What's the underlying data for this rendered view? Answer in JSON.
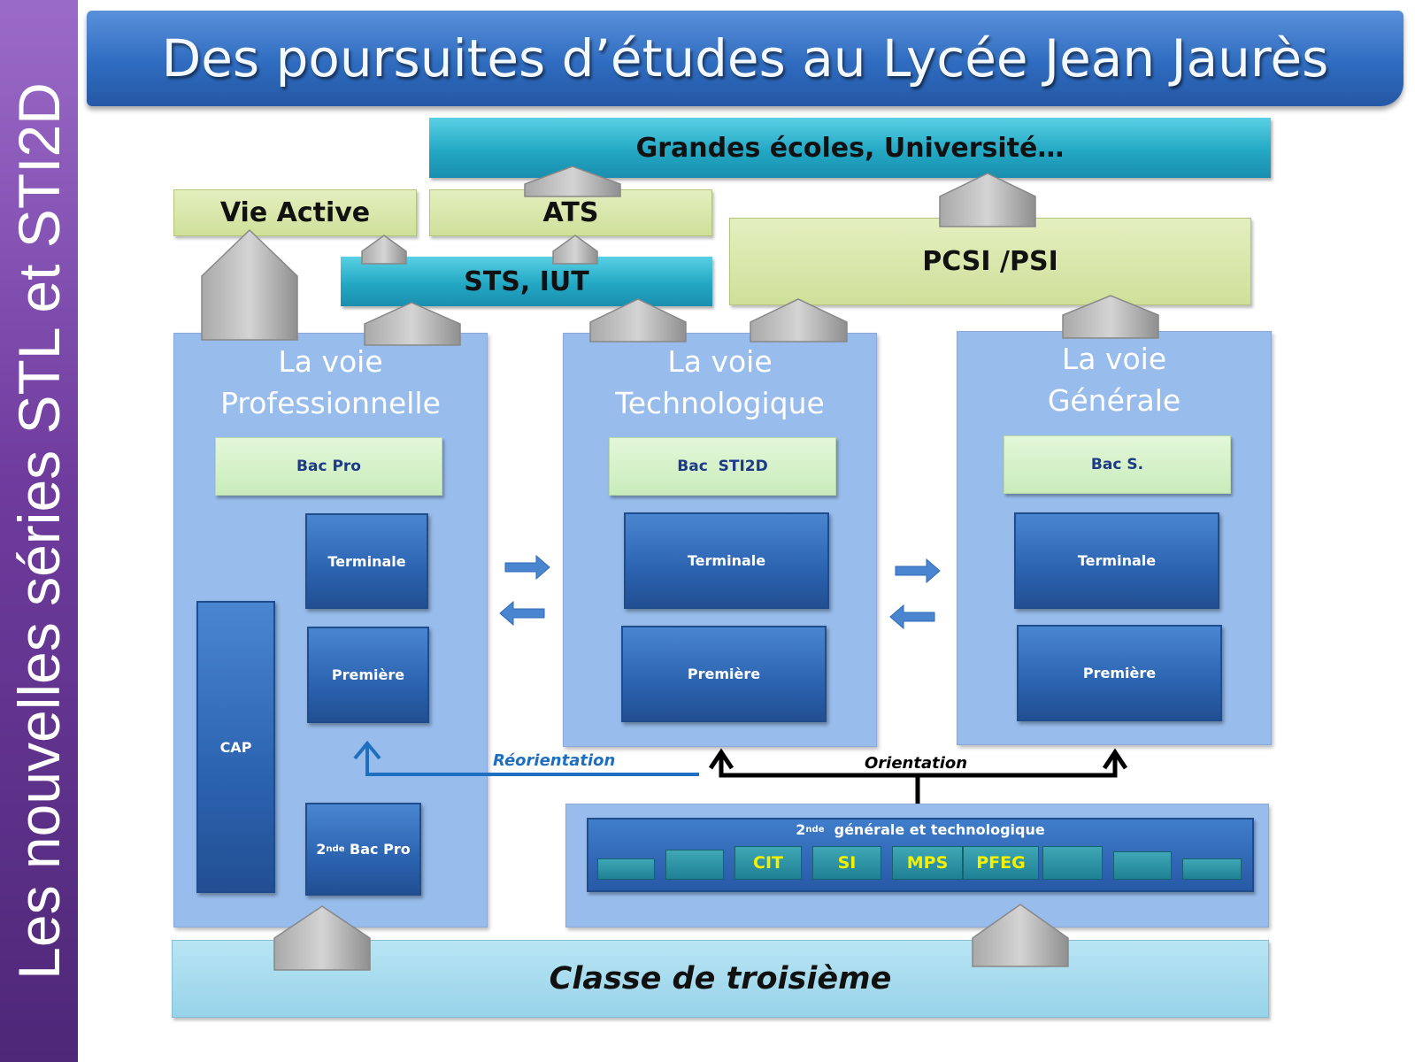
{
  "side_title": "Les nouvelles séries STL et STI2D",
  "title": "Des poursuites d’études au Lycée Jean Jaurès",
  "top": {
    "grandes_ecoles": "Grandes écoles, Université…",
    "vie_active": "Vie Active",
    "ats": "ATS",
    "sts_iut": "STS, IUT",
    "pcsi_psi": "PCSI /PSI"
  },
  "panels": {
    "pro": {
      "title_line1": "La voie",
      "title_line2": "Professionnelle",
      "bac": "Bac Pro",
      "terminale": "Terminale",
      "premiere": "Première",
      "cap": "CAP",
      "seconde_prefix": "2",
      "seconde_sup": "nde",
      "seconde_suffix": " Bac Pro"
    },
    "techno": {
      "title_line1": "La voie",
      "title_line2": "Technologique",
      "bac": "Bac  STI2D",
      "terminale": "Terminale",
      "premiere": "Première"
    },
    "generale": {
      "title_line1": "La voie",
      "title_line2": "Générale",
      "bac": "Bac S.",
      "terminale": "Terminale",
      "premiere": "Première"
    }
  },
  "seconde_gt": {
    "prefix": "2",
    "sup": "nde",
    "suffix": "  générale et technologique",
    "options": [
      "",
      "",
      "CIT",
      "SI",
      "MPS",
      "PFEG",
      "",
      "",
      ""
    ]
  },
  "labels": {
    "reorientation": "Réorientation",
    "orientation": "Orientation"
  },
  "troisieme": "Classe de troisième",
  "colors": {
    "title_blue": "#2f6cc0",
    "side_purple": "#6f3c9e",
    "cyan": "#23a8c4",
    "green": "#cfe09a",
    "panel_blue": "#98bceb",
    "box_blue": "#2b63b0",
    "option_text": "#f4f000",
    "reorientation_arrow": "#1e6fc0"
  }
}
